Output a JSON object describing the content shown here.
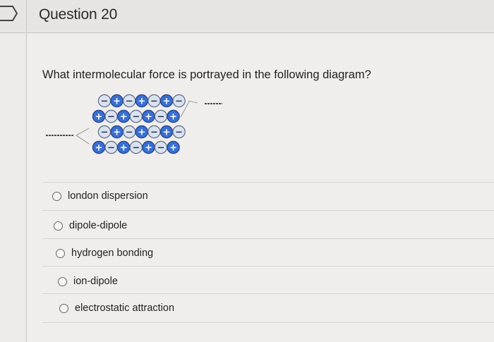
{
  "header": {
    "title": "Question 20"
  },
  "question": {
    "prompt": "What intermolecular force is portrayed in the following diagram?",
    "diagram": {
      "row_signs": [
        [
          "-",
          "+",
          "-",
          "+",
          "-",
          "+",
          "-"
        ],
        [
          "+",
          "-",
          "+",
          "-",
          "+",
          "-",
          "+"
        ],
        [
          "-",
          "+",
          "-",
          "+",
          "-",
          "+",
          "-"
        ],
        [
          "+",
          "-",
          "+",
          "-",
          "+",
          "-",
          "+"
        ]
      ],
      "colors": {
        "cation": "#3a6fd0",
        "anion": "#d9e2ee"
      }
    }
  },
  "options": [
    {
      "label": "london dispersion",
      "selected": false
    },
    {
      "label": "dipole-dipole",
      "selected": false
    },
    {
      "label": "hydrogen bonding",
      "selected": false
    },
    {
      "label": "ion-dipole",
      "selected": false
    },
    {
      "label": "electrostatic attraction",
      "selected": false
    }
  ]
}
